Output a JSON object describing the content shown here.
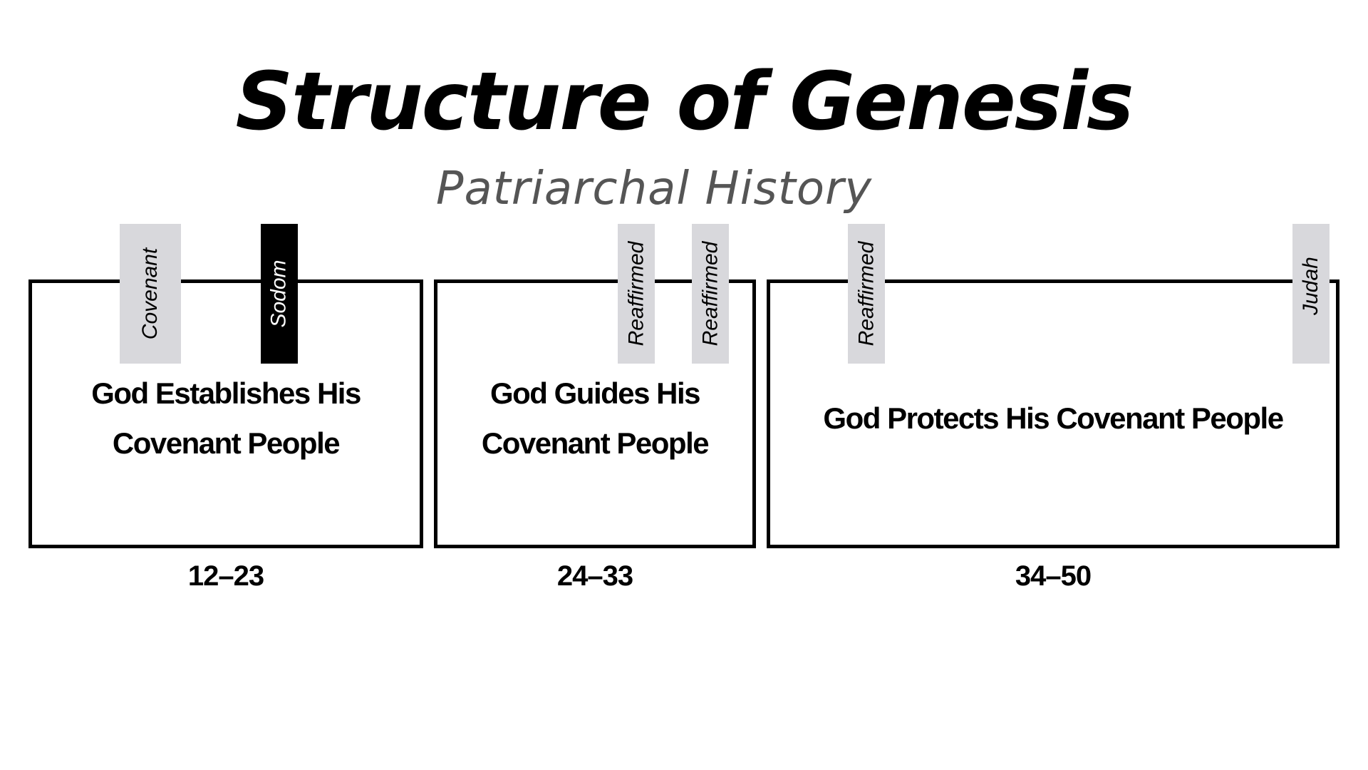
{
  "title": "Structure of Genesis",
  "subtitle": "Patriarchal History",
  "sections": [
    {
      "heading_line1": "God Establishes His",
      "heading_line2": "Covenant People",
      "range": "12–23"
    },
    {
      "heading_line1": "God Guides His",
      "heading_line2": "Covenant People",
      "range": "24–33"
    },
    {
      "heading_line1": "God Protects His Covenant People",
      "range": "34–50"
    }
  ],
  "tabs": [
    "Covenant",
    "Sodom",
    "Reaffirmed",
    "Reaffirmed",
    "Reaffirmed",
    "Judah"
  ],
  "colors": {
    "tab_light": "#d8d8dc",
    "tab_dark": "#000000",
    "subtitle": "#555555"
  }
}
